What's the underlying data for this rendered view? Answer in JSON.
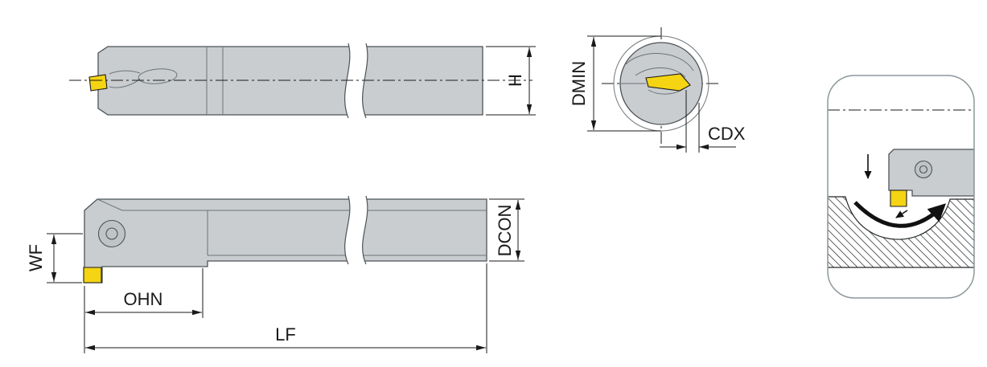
{
  "diagram": {
    "dimensions": {
      "h": "H",
      "dmin": "DMIN",
      "cdx": "CDX",
      "wf": "WF",
      "ohn": "OHN",
      "lf": "LF",
      "dcon": "DCON"
    },
    "colors": {
      "body": "#c9cdcf",
      "body_outline": "#4d5357",
      "insert": "#f4d413",
      "insert_outline": "#1a1a1a",
      "dim": "#1a1a1a",
      "detail": "#6b7478",
      "panel": "#8e989c",
      "screw": "#bfc4c6"
    }
  }
}
